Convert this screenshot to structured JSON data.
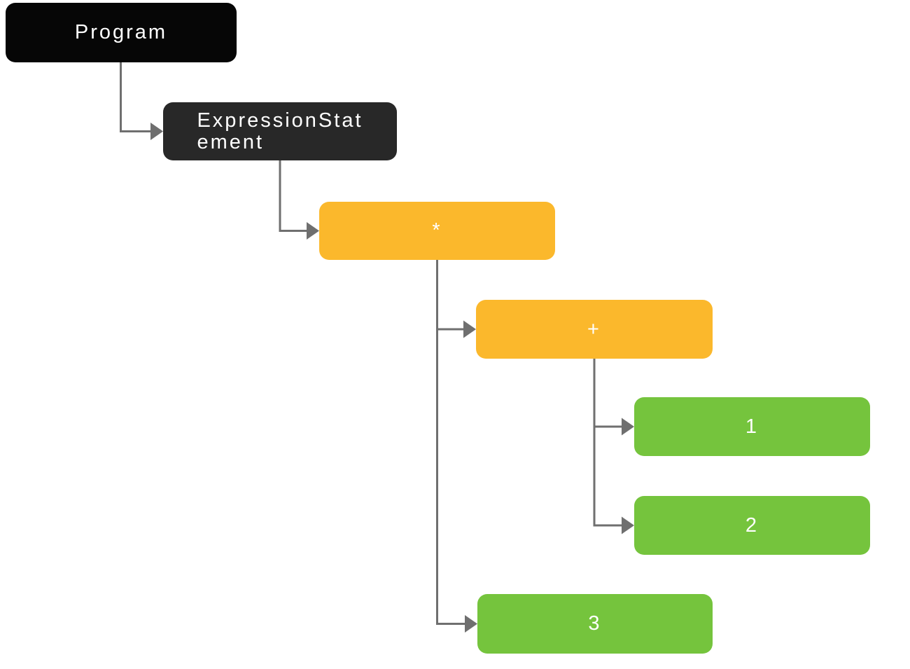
{
  "diagram": {
    "background_color": "#ffffff",
    "connector_color": "#6f6f6f",
    "nodes": [
      {
        "id": "program",
        "label": "Program",
        "color": "#060606",
        "text_color": "#ffffff"
      },
      {
        "id": "expression-statement",
        "label": "ExpressionStatement",
        "lines": [
          "ExpressionStat",
          "ement"
        ],
        "color": "#282828",
        "text_color": "#ffffff"
      },
      {
        "id": "operator-multiply",
        "label": "*",
        "color": "#FBB82C",
        "text_color": "#ffffff"
      },
      {
        "id": "operator-plus",
        "label": "+",
        "color": "#FBB82C",
        "text_color": "#ffffff"
      },
      {
        "id": "literal-1",
        "label": "1",
        "color": "#75C43D",
        "text_color": "#ffffff"
      },
      {
        "id": "literal-2",
        "label": "2",
        "color": "#75C43D",
        "text_color": "#ffffff"
      },
      {
        "id": "literal-3",
        "label": "3",
        "color": "#75C43D",
        "text_color": "#ffffff"
      }
    ],
    "edges": [
      {
        "from": "program",
        "to": "expression-statement"
      },
      {
        "from": "expression-statement",
        "to": "operator-multiply"
      },
      {
        "from": "operator-multiply",
        "to": "operator-plus"
      },
      {
        "from": "operator-multiply",
        "to": "literal-3"
      },
      {
        "from": "operator-plus",
        "to": "literal-1"
      },
      {
        "from": "operator-plus",
        "to": "literal-2"
      }
    ]
  }
}
